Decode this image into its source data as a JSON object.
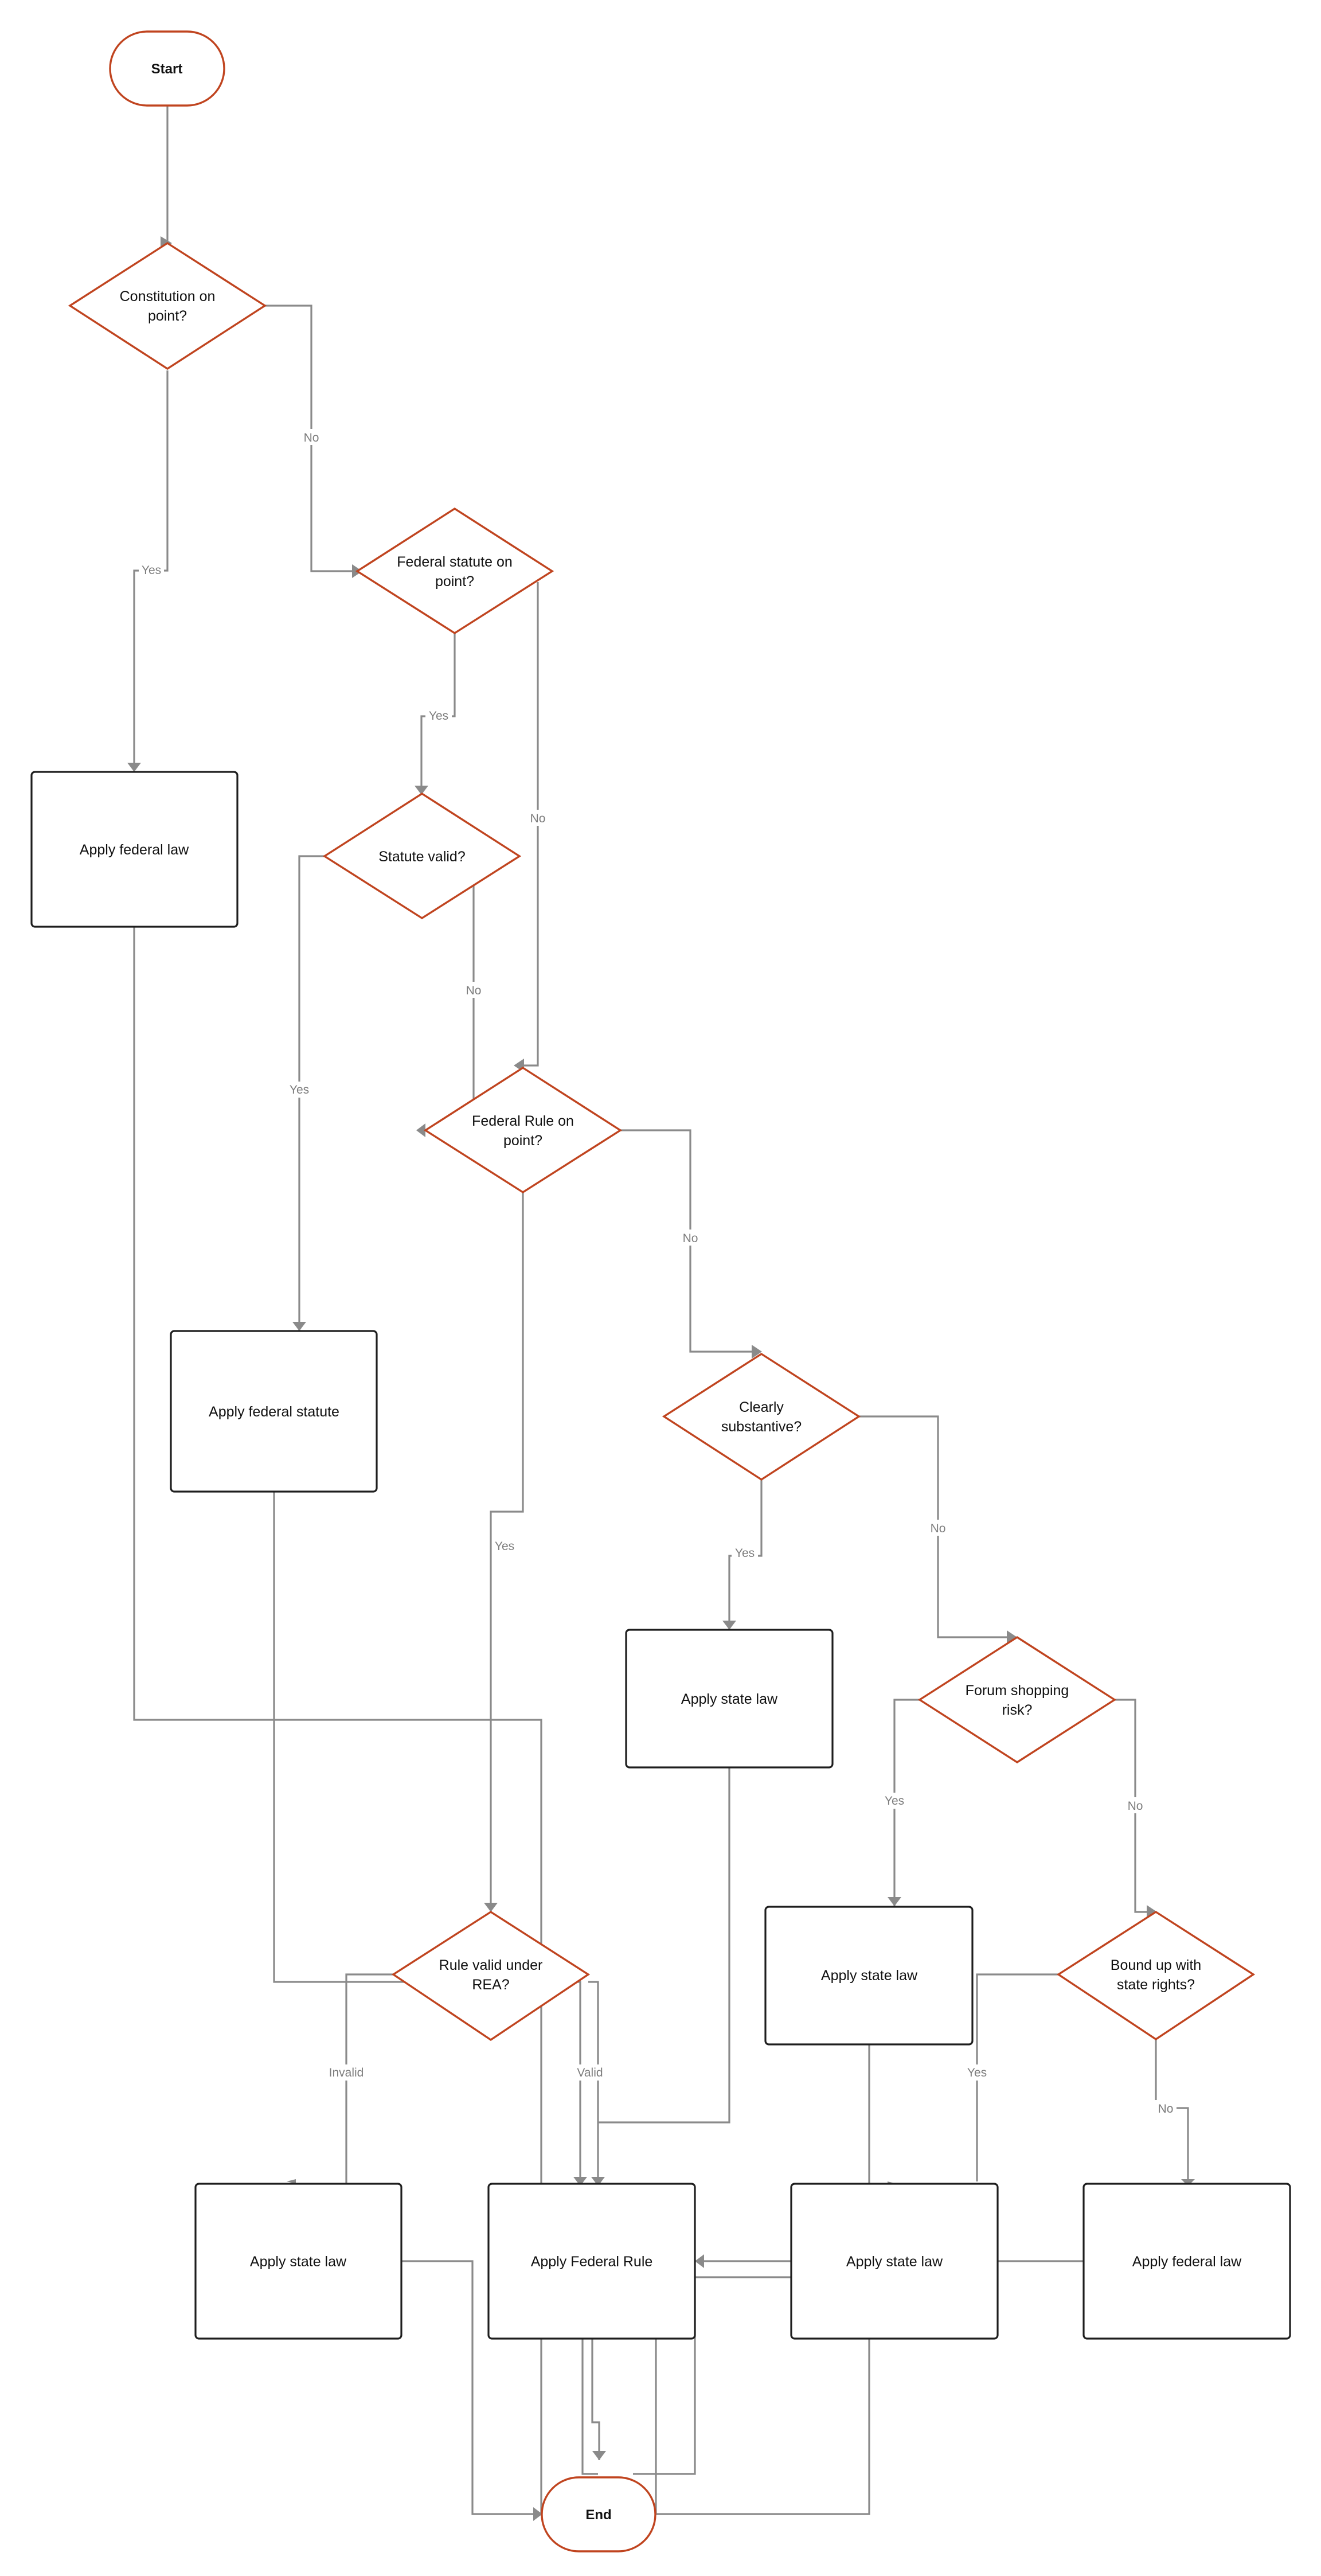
{
  "nodes": {
    "start": "Start",
    "q_constitution": [
      "Constitution on",
      "point?"
    ],
    "apply_federal_law_1": "Apply federal law",
    "q_federal_statute": [
      "Federal statute on",
      "point?"
    ],
    "q_statute_valid": "Statute valid?",
    "apply_federal_statute": "Apply federal statute",
    "q_federal_rule": [
      "Federal Rule on",
      "point?"
    ],
    "q_clearly_substantive": [
      "Clearly",
      "substantive?"
    ],
    "apply_state_law_1": "Apply state law",
    "q_forum_shopping": [
      "Forum shopping",
      "risk?"
    ],
    "apply_state_law_2": "Apply state law",
    "q_bound_up": [
      "Bound up with",
      "state rights?"
    ],
    "q_rea_valid": [
      "Rule valid under",
      "REA?"
    ],
    "apply_state_law_3": "Apply state law",
    "apply_federal_rule": "Apply Federal Rule",
    "apply_state_law_4": "Apply state law",
    "apply_federal_law_2": "Apply federal law",
    "end": "End"
  },
  "edge_labels": {
    "constitution_no": "No",
    "constitution_yes": "Yes",
    "statute_yes": "Yes",
    "statute_no": "No",
    "statute_valid_no": "No",
    "statute_valid_yes": "Yes",
    "rule_no": "No",
    "rule_yes": "Yes",
    "substantive_yes": "Yes",
    "substantive_no": "No",
    "forum_yes": "Yes",
    "forum_no": "No",
    "bound_yes": "Yes",
    "bound_no": "No",
    "rea_invalid": "Invalid",
    "rea_valid": "Valid"
  },
  "colors": {
    "decision_stroke": "#c0441f",
    "terminal_stroke": "#c0441f",
    "process_stroke": "#1e1e1e",
    "edge": "#8a8a8a",
    "edge_label": "#7d7d7d"
  }
}
